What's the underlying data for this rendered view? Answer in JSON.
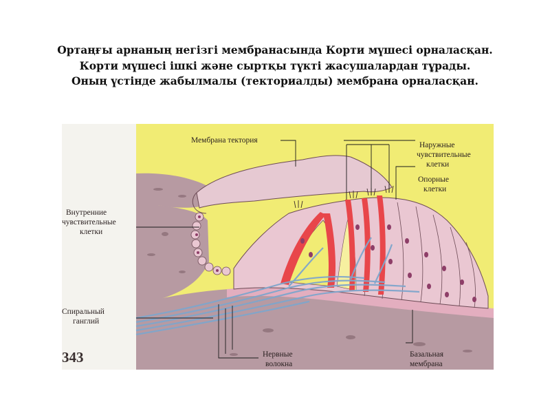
{
  "title": {
    "lines": [
      "Ортаңғы арнаның негізгі мембранасында Корти мүшесі орналасқан.",
      "Корти мүшесі ішкі және сыртқы түкті жасушалардан тұрады.",
      "Оның үстінде жабылмалы (текториалды) мембрана орналасқан."
    ]
  },
  "diagram": {
    "labels": {
      "tectorial": "Мембрана тектория",
      "outer_cells": [
        "Наружные",
        "чувствительные",
        "клетки"
      ],
      "support_cells": [
        "Опорные",
        "клетки"
      ],
      "inner_cells": [
        "Внутренние",
        "чувствительные",
        "клетки"
      ],
      "ganglion": [
        "Спиральный",
        "ганглий"
      ],
      "nerve_fibers": [
        "Нервные",
        "волокна"
      ],
      "basilar": [
        "Базальная",
        "мембрана"
      ]
    },
    "page_number": "343",
    "colors": {
      "background": "#f1ec74",
      "tissue": "#b79aa2",
      "cells": "#eac7d2",
      "nuclei": "#8e3e68",
      "pillars": "#e8464a",
      "nerves": "#7fa6cc"
    }
  }
}
